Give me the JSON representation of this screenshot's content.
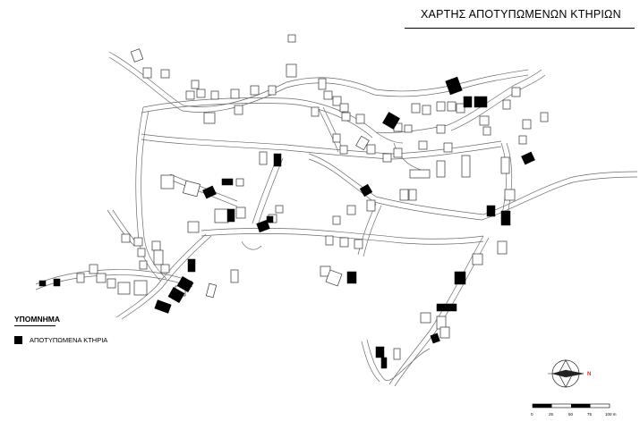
{
  "title": "ΧΑΡΤΗΣ ΑΠΟΤΥΠΩΜΕΝΩΝ ΚΤΗΡΙΩΝ",
  "legend": {
    "heading": "ΥΠΟΜΝΗΜΑ",
    "items": [
      {
        "label": "ΑΠΟΤΥΠΩΜΕΝΑ ΚΤΗΡΙΑ",
        "color": "#000000"
      }
    ]
  },
  "north_arrow": {
    "label": "N",
    "color": "#e0251b"
  },
  "scale_bar": {
    "labels": [
      "0",
      "25",
      "50",
      "75",
      "100 m"
    ]
  }
}
